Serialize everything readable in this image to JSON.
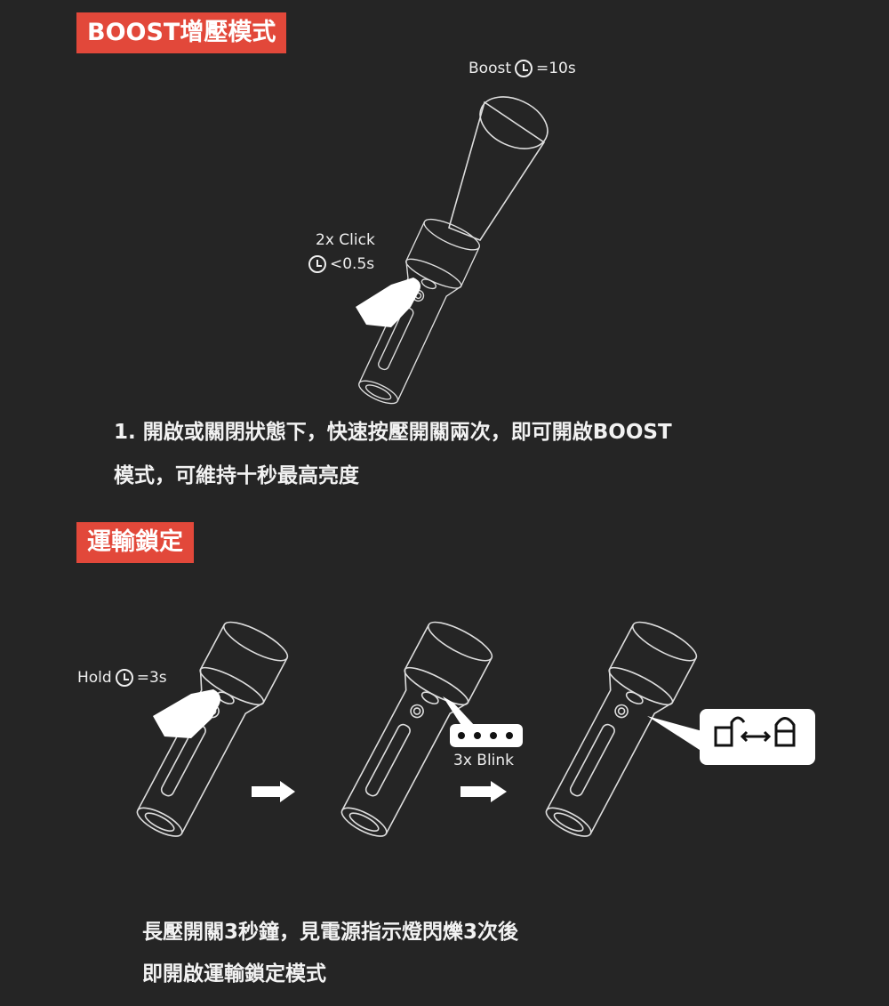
{
  "boost": {
    "heading": "BOOST增壓模式",
    "timer_label": "Boost",
    "timer_value": "=10s",
    "click_label": "2x Click",
    "click_time": "<0.5s",
    "line1": "1.  開啟或關閉狀態下，快速按壓開關兩次，即可開啟BOOST",
    "line2": "模式，可維持十秒最高亮度"
  },
  "lock": {
    "heading": "運輸鎖定",
    "hold_label": "Hold",
    "hold_value": "=3s",
    "blink_label": "3x Blink",
    "line1": "長壓開關3秒鐘，見電源指示燈閃爍3次後",
    "line2": "即開啟運輸鎖定模式"
  },
  "colors": {
    "accent": "#e2483a",
    "background": "#252525"
  }
}
